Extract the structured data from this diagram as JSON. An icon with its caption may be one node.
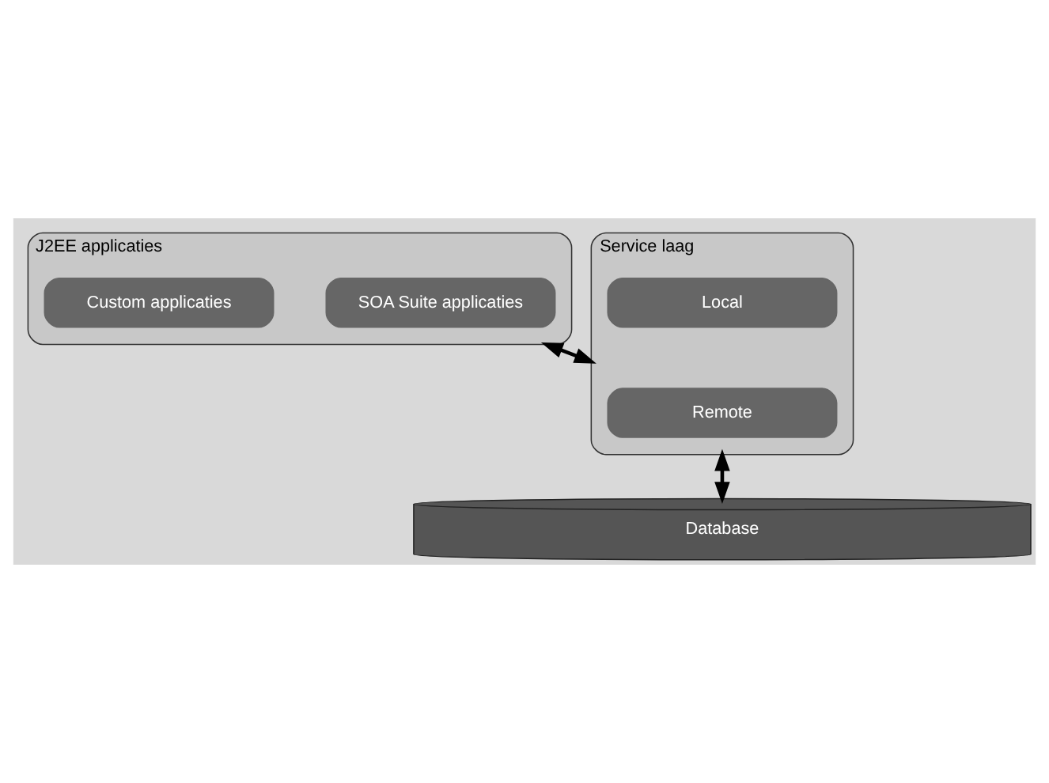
{
  "diagram": {
    "nodes": [
      {
        "text": [
          "J2EE applicaties"
        ]
      },
      {
        "text": [
          "SOA Suite applicaties"
        ],
        "in": 0
      },
      {
        "text": [
          "Custom applicaties"
        ],
        "in": 0
      },
      {
        "text": [
          "Service laag"
        ]
      },
      {
        "text": [
          "Remote"
        ],
        "in": 3
      },
      {
        "text": [
          "Local"
        ],
        "in": 3
      },
      {
        "text": [
          "Database"
        ]
      }
    ],
    "edges": [
      {
        "from": 0,
        "to": 3,
        "arrow": "both"
      },
      {
        "from": 3,
        "to": 6,
        "arrow": "both"
      }
    ]
  }
}
